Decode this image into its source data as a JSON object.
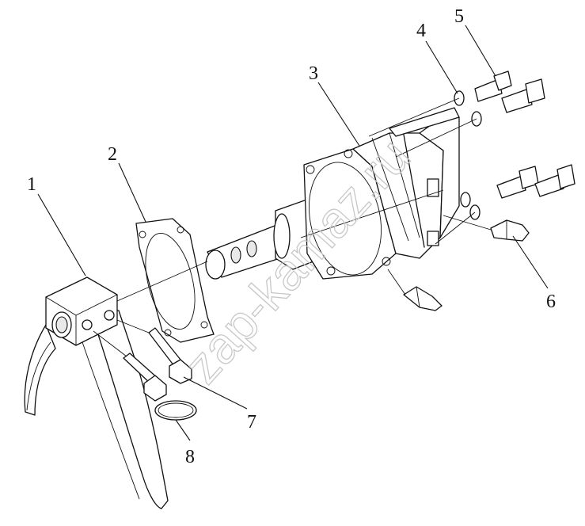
{
  "callouts": [
    {
      "label": "1"
    },
    {
      "label": "2"
    },
    {
      "label": "3"
    },
    {
      "label": "4"
    },
    {
      "label": "5"
    },
    {
      "label": "6"
    },
    {
      "label": "7"
    },
    {
      "label": "8"
    }
  ],
  "watermark": "zap-kamaz.ru"
}
